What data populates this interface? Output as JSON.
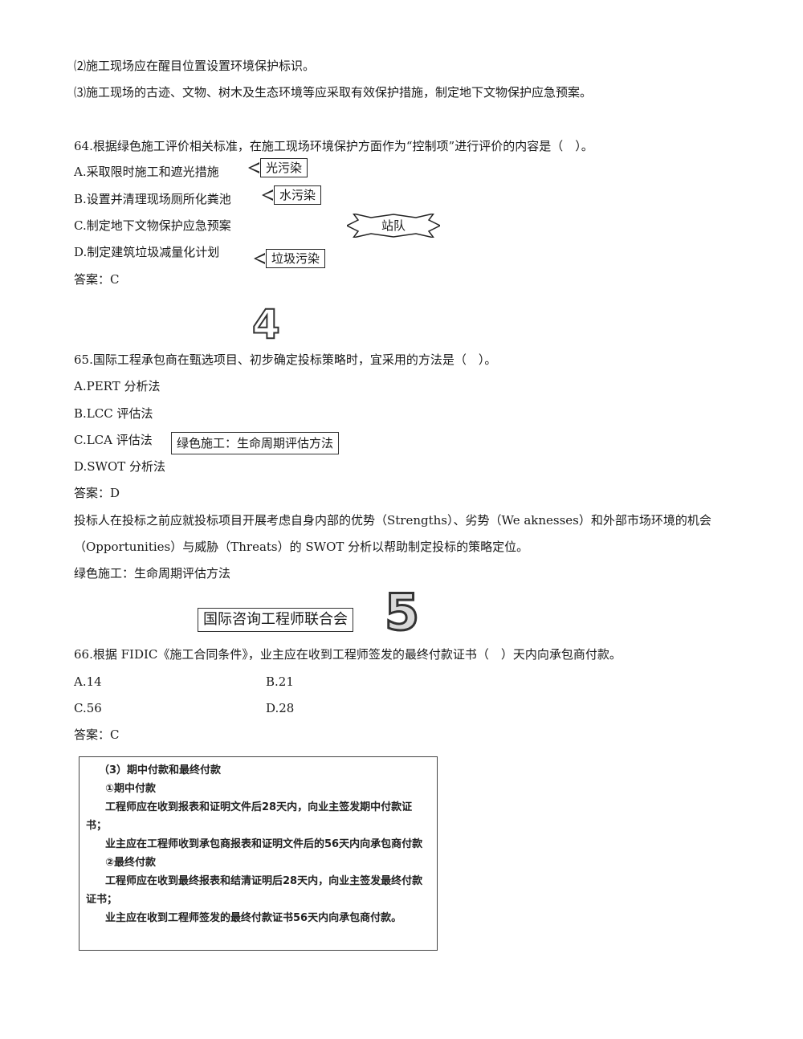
{
  "top_lines": [
    "⑵施工现场应在醒目位置设置环境保护标识。",
    "⑶施工现场的古迹、文物、树木及生态环境等应采取有效保护措施，制定地下文物保护应急预案。"
  ],
  "q64": {
    "question": "64.根据绿色施工评价相关标准，在施工现场环境保护方面作为“控制项”进行评价的内容是（　）。",
    "options": [
      "A.采取限时施工和遮光措施",
      "B.设置并清理现场厕所化粪池",
      "C.制定地下文物保护应急预案",
      "D.制定建筑垃圾减量化计划"
    ],
    "answer": "答案：C",
    "callouts": {
      "a": "光污染",
      "b": "水污染",
      "c": "站队",
      "d": "垃圾污染"
    }
  },
  "mark4": "4",
  "q65": {
    "question": "65.国际工程承包商在甄选项目、初步确定投标策略时，宜采用的方法是（　）。",
    "options": [
      "A.PERT 分析法",
      "B.LCC 评估法",
      "C.LCA 评估法",
      "D.SWOT 分析法"
    ],
    "answer": "答案：D",
    "callout": "绿色施工：生命周期评估方法",
    "explanation": "投标人在投标之前应就投标项目开展考虑自身内部的优势（Strengths）、劣势（We aknesses）和外部市场环境的机会（Opportunities）与威胁（Threats）的 SWOT 分析以帮助制定投标的策略定位。",
    "note": "绿色施工：生命周期评估方法"
  },
  "fidic_label": "国际咨询工程师联合会",
  "mark5": "5",
  "q66": {
    "question": "66.根据 FIDIC《施工合同条件》，业主应在收到工程师签发的最终付款证书（　）天内向承包商付款。",
    "options": [
      "A.14",
      "B.21",
      "C.56",
      "D.28"
    ],
    "answer": "答案：C"
  },
  "notebox": {
    "heading": "（3）期中付款和最终付款",
    "sub1": "①期中付款",
    "p1": "工程师应在收到报表和证明文件后28天内，向业主签发期中付款证书；",
    "p2": "业主应在工程师收到承包商报表和证明文件后的56天内向承包商付款",
    "sub2": "②最终付款",
    "p3": "工程师应在收到最终报表和结清证明后28天内，向业主签发最终付款证书；",
    "p4": "业主应在收到工程师签发的最终付款证书56天内向承包商付款。"
  }
}
